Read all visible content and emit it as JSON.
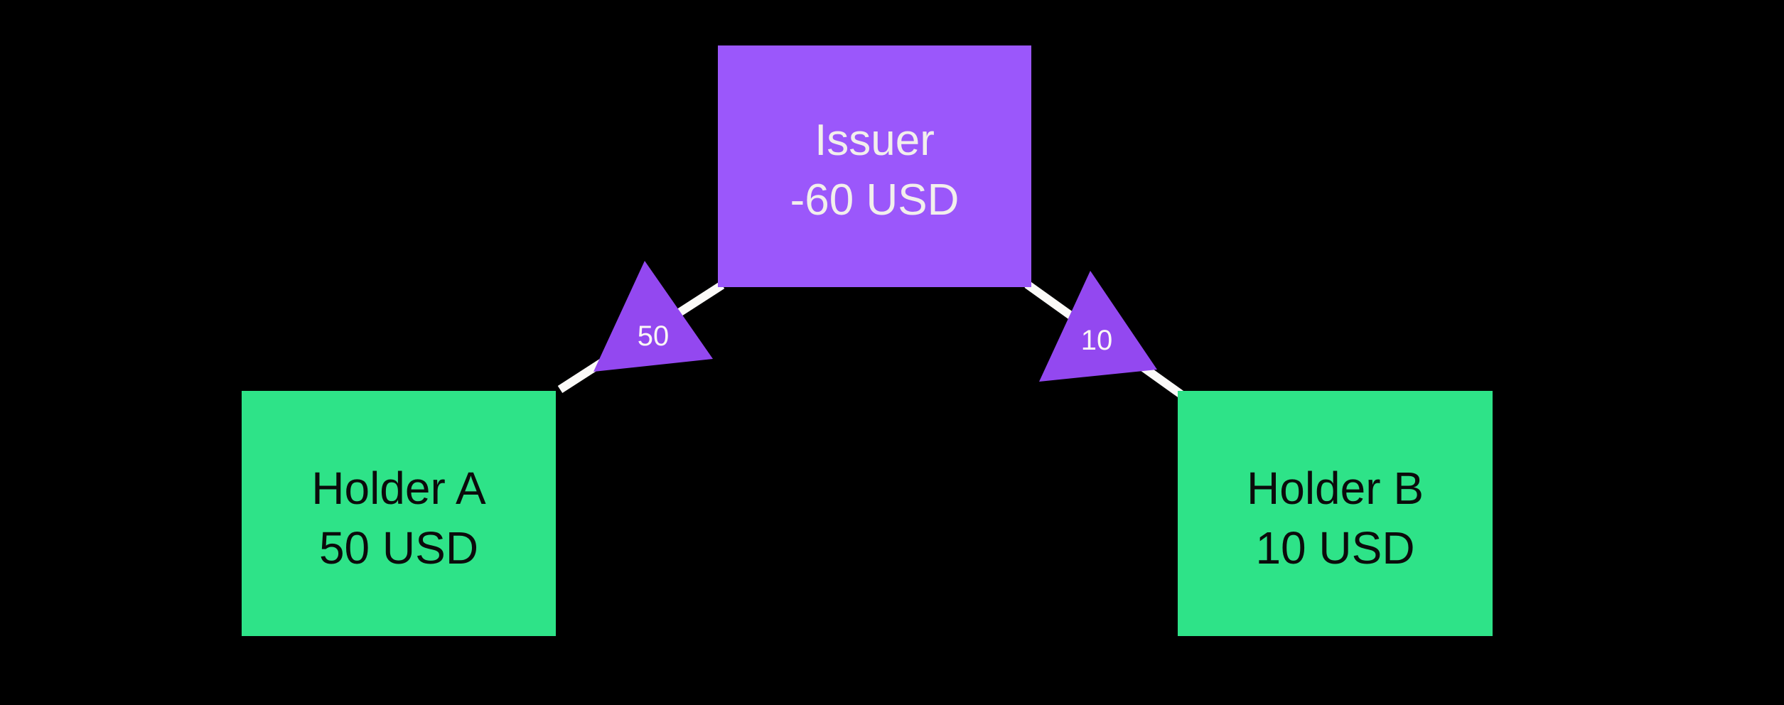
{
  "canvas": {
    "background_color": "#000000"
  },
  "nodes": {
    "issuer": {
      "name": "Issuer",
      "balance": "-60 USD",
      "fill": "#9B57FB",
      "text_color": "#F2EFEC"
    },
    "holder_a": {
      "name": "Holder A",
      "balance": "50 USD",
      "fill": "#2EE388",
      "text_color": "#0B0B0B"
    },
    "holder_b": {
      "name": "Holder B",
      "balance": "10 USD",
      "fill": "#2EE388",
      "text_color": "#0B0B0B"
    }
  },
  "edges": {
    "issuer_to_holder_a": {
      "weight": "50"
    },
    "issuer_to_holder_b": {
      "weight": "10"
    }
  },
  "edge_style": {
    "line_color": "#FBFAF8",
    "triangle_fill": "#9348F0",
    "weight_text_color": "#FAF8F6"
  }
}
